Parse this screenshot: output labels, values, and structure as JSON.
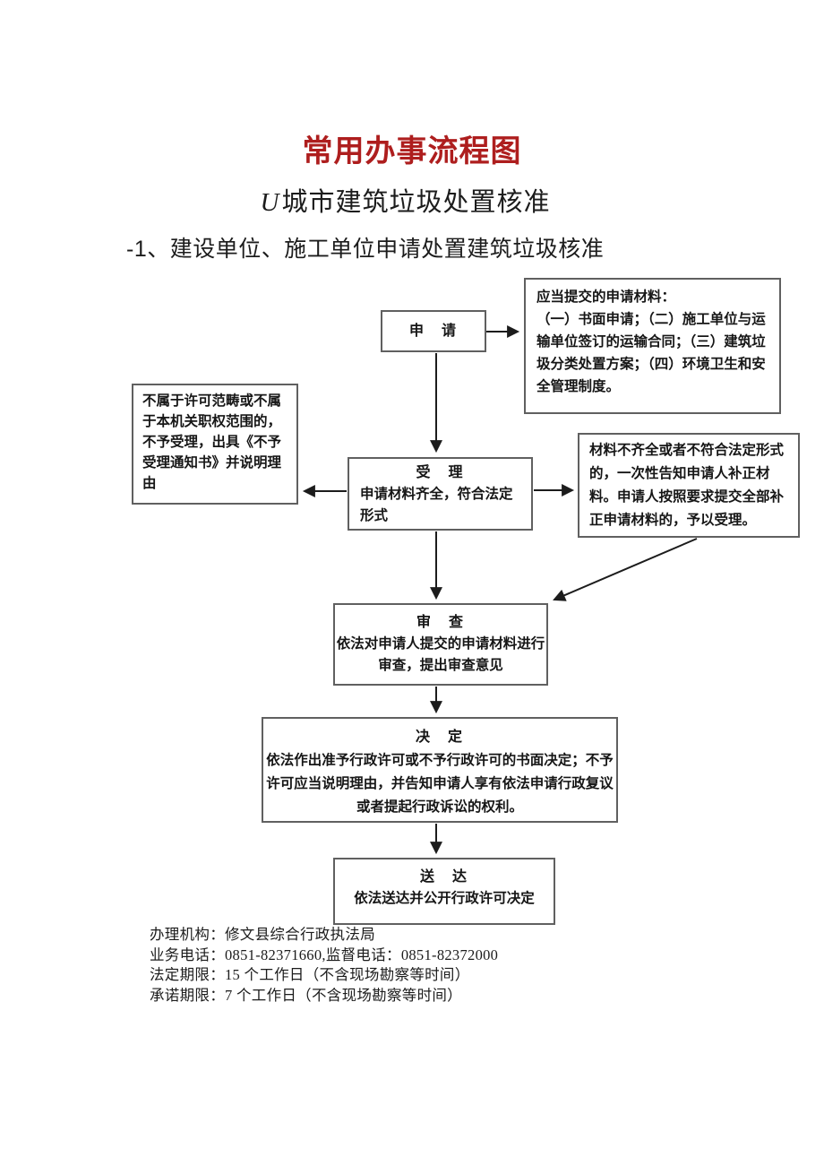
{
  "page": {
    "title": "常用办事流程图",
    "subtitle_prefix": "U",
    "subtitle_text": "城市建筑垃圾处置核准",
    "section_heading": "-1、建设单位、施工单位申请处置建筑垃圾核准"
  },
  "colors": {
    "title_red": "#ae1e1e",
    "box_border_gray": "#606060",
    "ink_black": "#1c1c1c"
  },
  "flowchart": {
    "apply": {
      "title": "申　请"
    },
    "materials": {
      "heading": "应当提交的申请材料：",
      "body": "（一）书面申请；（二）施工单位与运输单位签订的运输合同；（三）建筑垃圾分类处置方案；（四）环境卫生和安全管理制度。"
    },
    "reject": {
      "text": "不属于许可范畴或不属于本机关职权范围的，不予受理，出具《不予受理通知书》并说明理由"
    },
    "accept": {
      "title": "受　理",
      "text": "申请材料齐全，符合法定形式"
    },
    "supplement": {
      "text": "材料不齐全或者不符合法定形式的，一次性告知申请人补正材料。申请人按照要求提交全部补正申请材料的，予以受理。"
    },
    "review": {
      "title": "审　查",
      "text": "依法对申请人提交的申请材料进行审查，提出审查意见"
    },
    "decision": {
      "title": "决　定",
      "text": "依法作出准予行政许可或不予行政许可的书面决定；不予许可应当说明理由，并告知申请人享有依法申请行政复议或者提起行政诉讼的权利。"
    },
    "delivery": {
      "title": "送　达",
      "text": "依法送达并公开行政许可决定"
    }
  },
  "footer": {
    "lines": [
      {
        "label": "办理机构：",
        "value": "修文县综合行政执法局"
      },
      {
        "label": "业务电话：",
        "value": "0851-82371660,监督电话：0851-82372000"
      },
      {
        "label": "法定期限：",
        "value": "15 个工作日（不含现场勘察等时间）"
      },
      {
        "label": "承诺期限：",
        "value": "7 个工作日（不含现场勘察等时间）"
      }
    ]
  }
}
